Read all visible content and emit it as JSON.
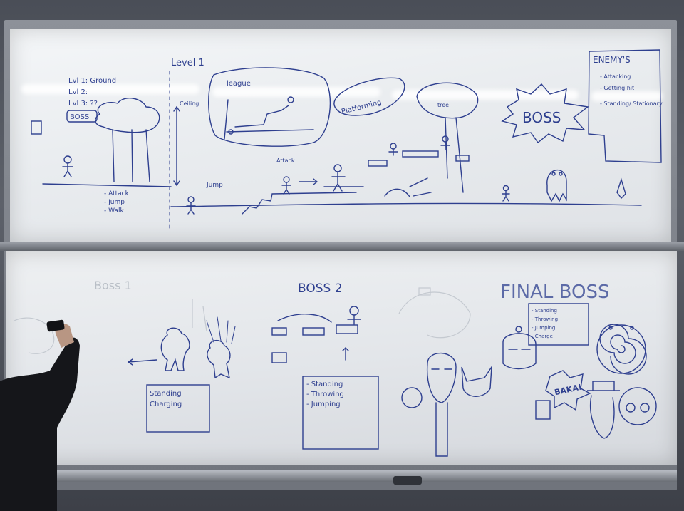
{
  "colors": {
    "ink": "#2e3f8f",
    "faint_ink": "#b8bec6",
    "board": "#eef0f2",
    "frame": "#7f838b"
  },
  "top_board": {
    "level_title": "Level 1",
    "level_list": [
      "Lvl 1: Ground",
      "Lvl 2:",
      "Lvl 3: ??"
    ],
    "boss_box": "BOSS",
    "moves": [
      "- Attack",
      "- Jump",
      "- Walk"
    ],
    "ceiling": "Ceiling",
    "league_label": "league",
    "platforming": "Platforming",
    "tree_label": "tree",
    "jump_bubble": "Jump",
    "attack_bubble": "Attack",
    "boss_burst": "BOSS",
    "enemys": {
      "title": "ENEMY'S",
      "items": [
        "- Attacking",
        "- Getting hit",
        "- Standing/ Stationary"
      ]
    }
  },
  "bottom_board": {
    "boss1_title": "Boss 1",
    "boss1_box": [
      "Standing",
      "Charging"
    ],
    "boss2_title": "BOSS 2",
    "boss2_box": [
      "- Standing",
      "- Throwing",
      "- Jumping"
    ],
    "final_title": "FINAL BOSS",
    "final_box": [
      "- Standing",
      "- Throwing",
      "- Jumping",
      "- Charge"
    ],
    "baka": "BAKA!"
  },
  "icons": [
    "eraser-icon"
  ]
}
